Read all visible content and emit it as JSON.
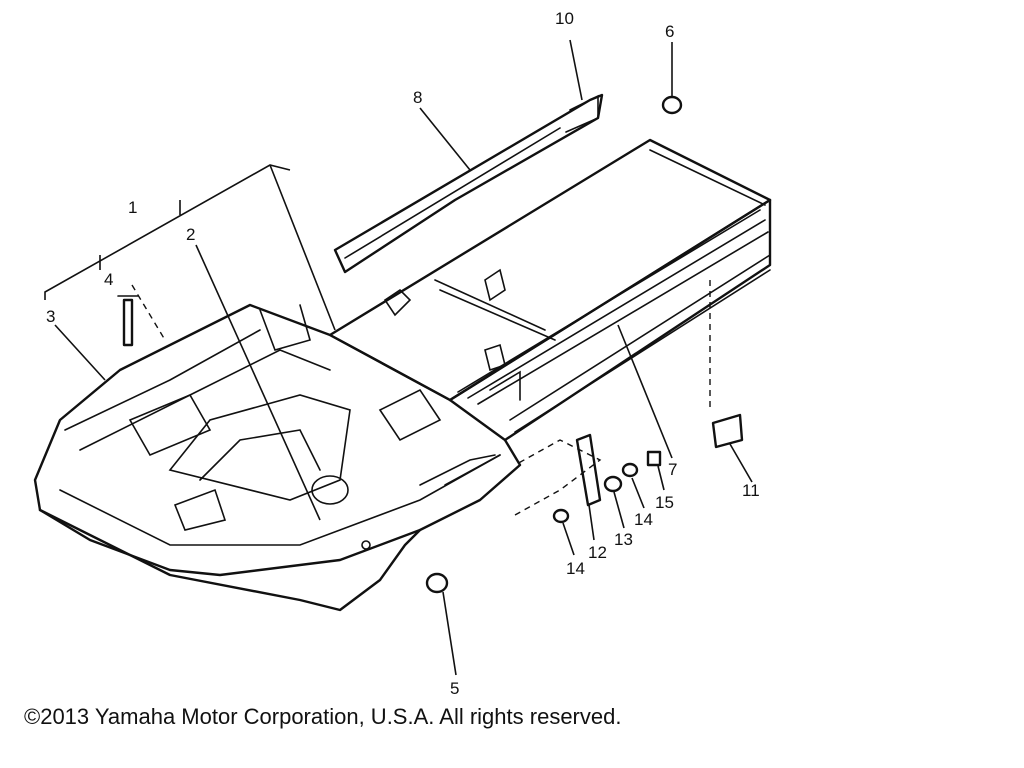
{
  "callouts": [
    "1",
    "2",
    "3",
    "4",
    "5",
    "6",
    "7",
    "8",
    "10",
    "11",
    "12",
    "13",
    "14",
    "14",
    "15"
  ],
  "copyright": "©2013 Yamaha Motor Corporation, U.S.A. All rights reserved."
}
